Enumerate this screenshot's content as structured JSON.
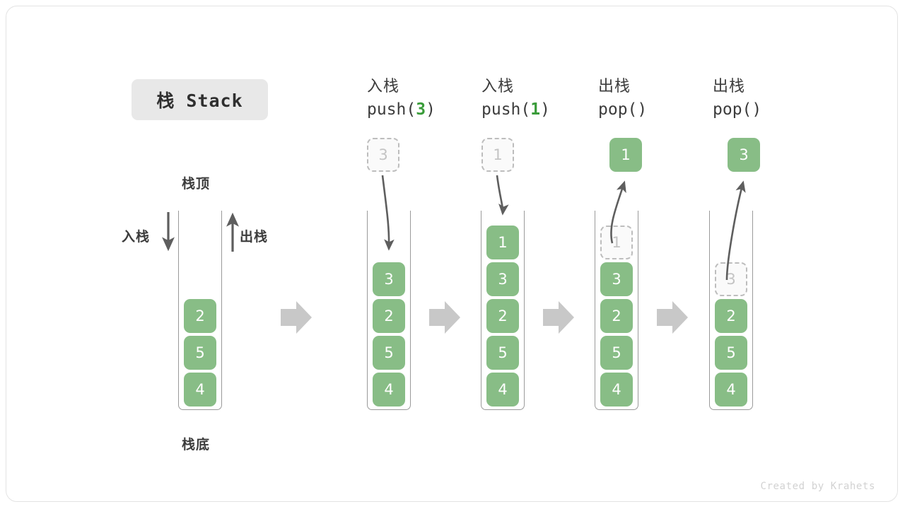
{
  "title_chip": {
    "label": "栈 Stack"
  },
  "credit": "Created by Krahets",
  "colors": {
    "element_fill": "#88bd86",
    "element_text": "#ffffff",
    "ghost_border": "#bdbdbd",
    "ghost_text": "#c4c4c4",
    "wall": "#9a9a9a",
    "arrow": "#5e5e5e",
    "flow_arrow": "#c8c8c8",
    "accent_arg": "#3a9c3a",
    "chip_bg": "#e8e8e8",
    "text": "#3c3c3c"
  },
  "labels": {
    "top": "栈顶",
    "bottom": "栈底",
    "push_side": "入栈",
    "pop_side": "出栈"
  },
  "stacks": [
    {
      "id": "initial",
      "header": null,
      "contents": [
        "2",
        "5",
        "4"
      ],
      "ghost": null,
      "floating": null
    },
    {
      "id": "push-3",
      "header": {
        "line1": "入栈",
        "op": "push(",
        "arg": "3",
        "op_end": ")"
      },
      "contents": [
        "3",
        "2",
        "5",
        "4"
      ],
      "ghost": {
        "value": "3",
        "position": "above"
      },
      "floating": null
    },
    {
      "id": "push-1",
      "header": {
        "line1": "入栈",
        "op": "push(",
        "arg": "1",
        "op_end": ")"
      },
      "contents": [
        "1",
        "3",
        "2",
        "5",
        "4"
      ],
      "ghost": {
        "value": "1",
        "position": "above"
      },
      "floating": null
    },
    {
      "id": "pop-1",
      "header": {
        "line1": "出栈",
        "op": "pop(",
        "arg": "",
        "op_end": ")"
      },
      "contents": [
        "3",
        "2",
        "5",
        "4"
      ],
      "ghost": {
        "value": "1",
        "position": "in-stack-top"
      },
      "floating": {
        "value": "1"
      }
    },
    {
      "id": "pop-3",
      "header": {
        "line1": "出栈",
        "op": "pop(",
        "arg": "",
        "op_end": ")"
      },
      "contents": [
        "2",
        "5",
        "4"
      ],
      "ghost": {
        "value": "3",
        "position": "in-stack-top"
      },
      "floating": {
        "value": "3"
      }
    }
  ],
  "flow_arrows": 4
}
